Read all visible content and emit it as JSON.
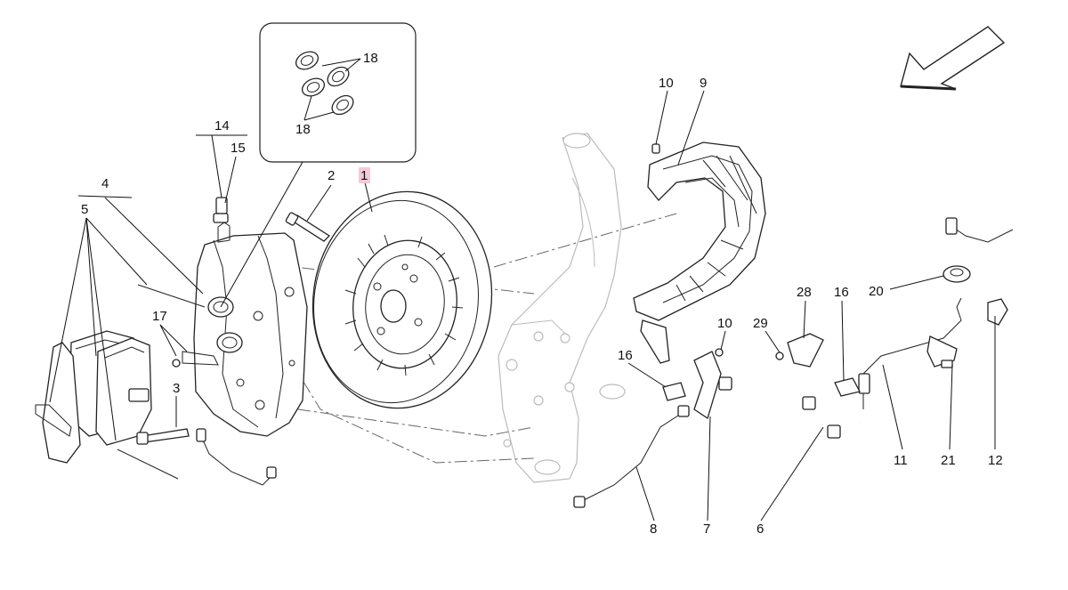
{
  "callouts": {
    "c1": "1",
    "c2": "2",
    "c3": "3",
    "c4": "4",
    "c5": "5",
    "c6": "6",
    "c7": "7",
    "c8": "8",
    "c9": "9",
    "c10a": "10",
    "c10b": "10",
    "c11": "11",
    "c12": "12",
    "c14": "14",
    "c15": "15",
    "c16a": "16",
    "c16b": "16",
    "c17": "17",
    "c18a": "18",
    "c18b": "18",
    "c20": "20",
    "c21": "21",
    "c28": "28",
    "c29": "29"
  },
  "colors": {
    "highlight": "#f6c9d8",
    "ink": "#111111",
    "ghost": "#bbbbbb"
  },
  "icons": {
    "direction": "front-direction-arrow-icon"
  }
}
